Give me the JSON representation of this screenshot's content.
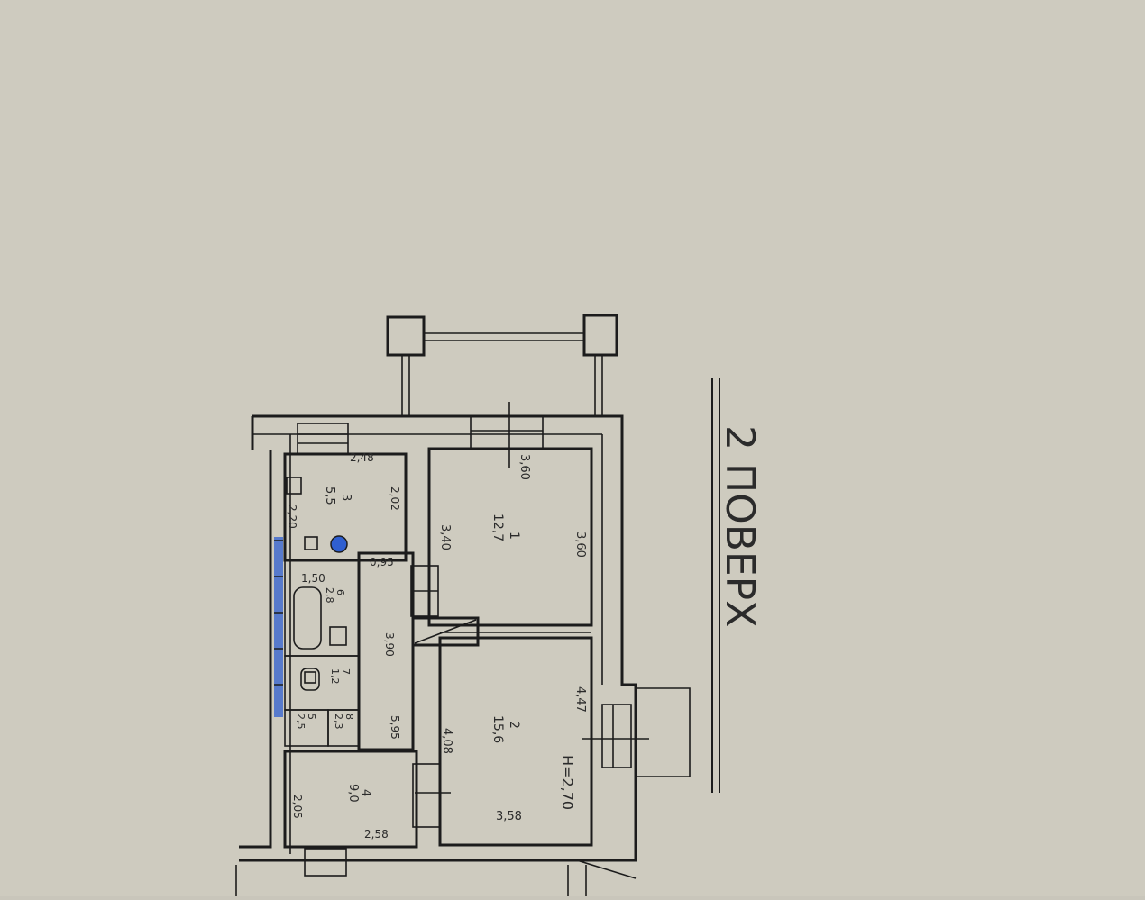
{
  "floor_label": "2 ПОВЕРХ",
  "ceiling_height": "H=2,70",
  "rooms": [
    {
      "id": "1",
      "area": "12,7",
      "dims": [
        "3,60",
        "3,40",
        "3,60"
      ]
    },
    {
      "id": "2",
      "area": "15,6",
      "dims": [
        "4,47",
        "4,08",
        "3,58"
      ]
    },
    {
      "id": "3",
      "area": "5,5",
      "dims": [
        "2,48",
        "2,02",
        "2,20"
      ]
    },
    {
      "id": "4",
      "area": "9,0",
      "dims": [
        "2,05",
        "2,58",
        "5,95"
      ]
    },
    {
      "id": "5",
      "area": "2,5",
      "dims": []
    },
    {
      "id": "6",
      "area": "2,8",
      "dims": [
        "1,50"
      ]
    },
    {
      "id": "7",
      "area": "1,2",
      "dims": []
    },
    {
      "id": "8",
      "area": "2,3",
      "dims": [
        "0,95",
        "3,90"
      ]
    }
  ],
  "colors": {
    "paper": "#c9c6bb",
    "ink": "#1c1c1c",
    "pipe": "#2f5fd0"
  }
}
